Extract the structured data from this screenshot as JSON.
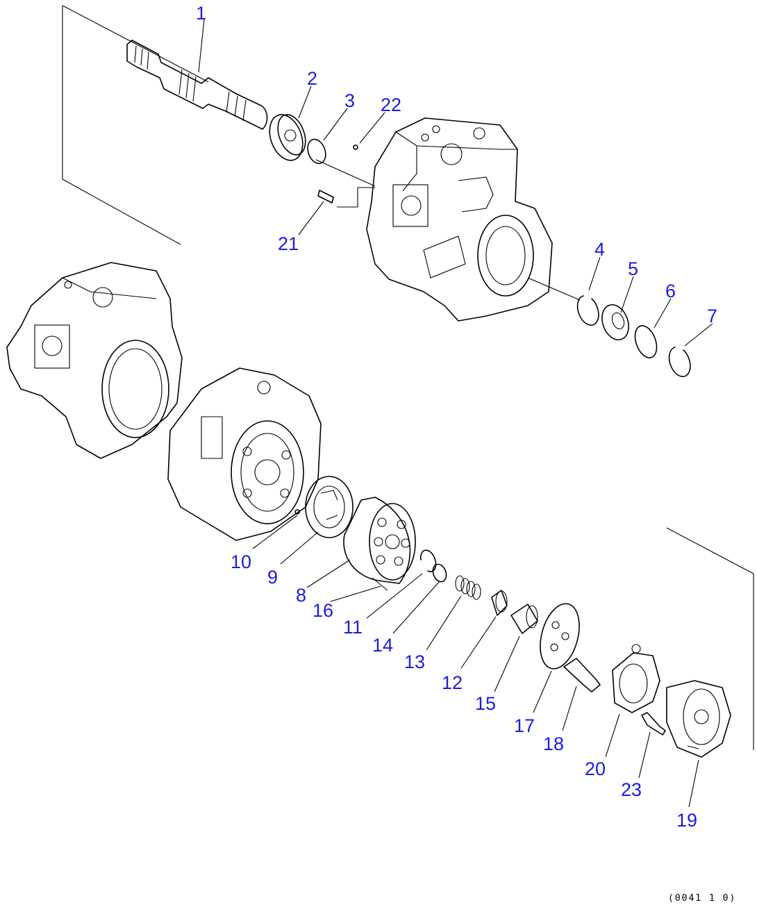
{
  "diagram": {
    "reference_code": "(0041 1 0)",
    "callouts": [
      "1",
      "2",
      "3",
      "4",
      "5",
      "6",
      "7",
      "8",
      "9",
      "10",
      "11",
      "12",
      "13",
      "14",
      "15",
      "16",
      "17",
      "18",
      "19",
      "20",
      "21",
      "22",
      "23"
    ]
  },
  "colors": {
    "callout": "#1a1ae6",
    "line": "#000000",
    "background": "#ffffff"
  }
}
